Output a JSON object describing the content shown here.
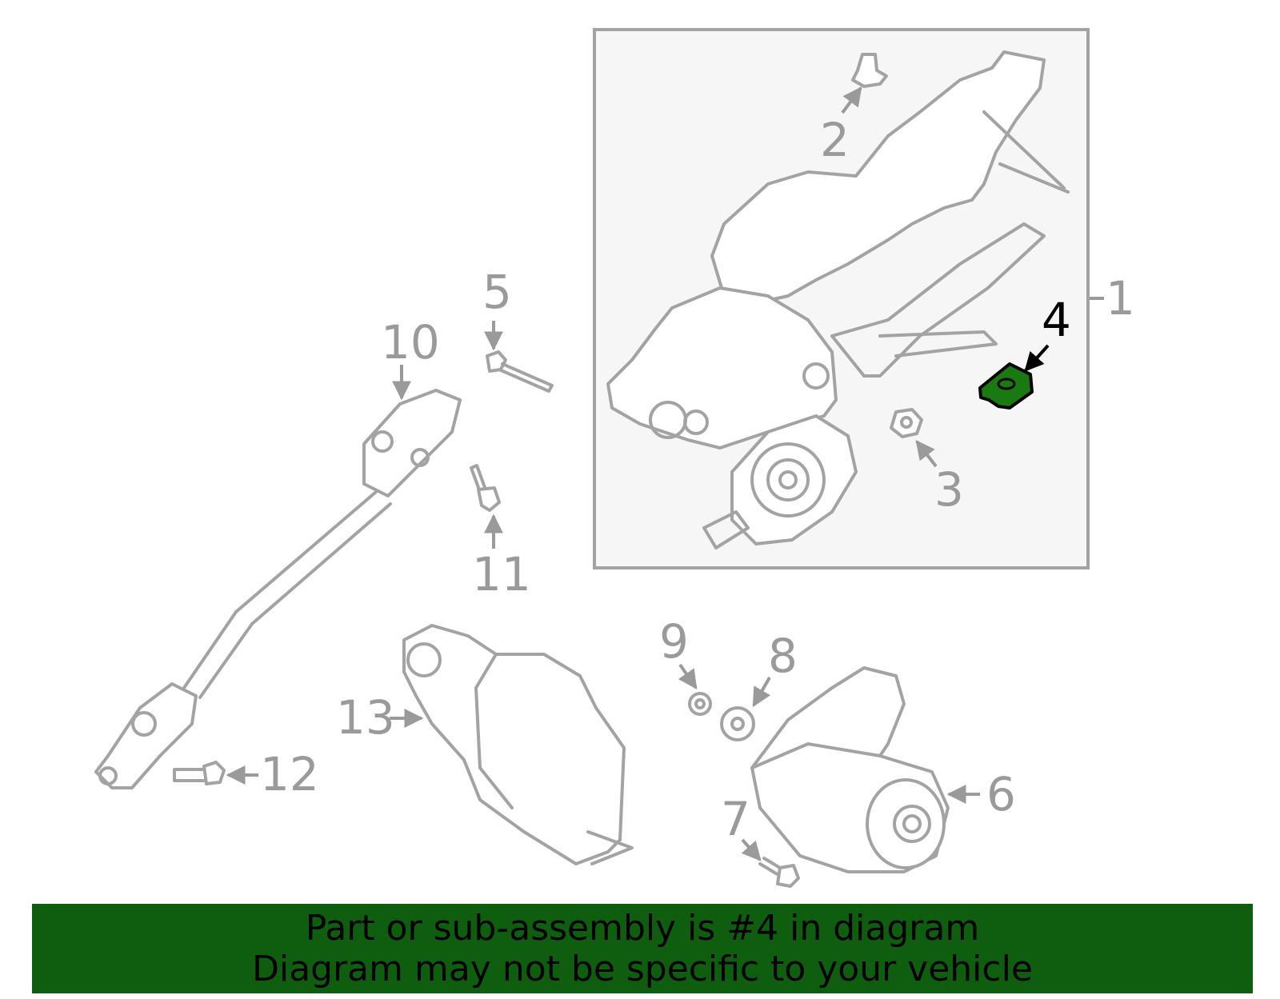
{
  "callouts": [
    {
      "id": "1",
      "text": "1"
    },
    {
      "id": "2",
      "text": "2"
    },
    {
      "id": "3",
      "text": "3"
    },
    {
      "id": "4",
      "text": "4",
      "highlighted": true
    },
    {
      "id": "5",
      "text": "5"
    },
    {
      "id": "6",
      "text": "6"
    },
    {
      "id": "7",
      "text": "7"
    },
    {
      "id": "8",
      "text": "8"
    },
    {
      "id": "9",
      "text": "9"
    },
    {
      "id": "10",
      "text": "10"
    },
    {
      "id": "11",
      "text": "11"
    },
    {
      "id": "12",
      "text": "12"
    },
    {
      "id": "13",
      "text": "13"
    }
  ],
  "colors": {
    "banner_background": "#0f5e0f",
    "highlighted_part": "#1a7a12",
    "line_gray": "#a3a3a3",
    "inset_background": "#f6f6f6"
  },
  "banner": {
    "line1": "Part or sub-assembly is #4 in diagram",
    "line2": "Diagram may not be specific to your vehicle"
  }
}
